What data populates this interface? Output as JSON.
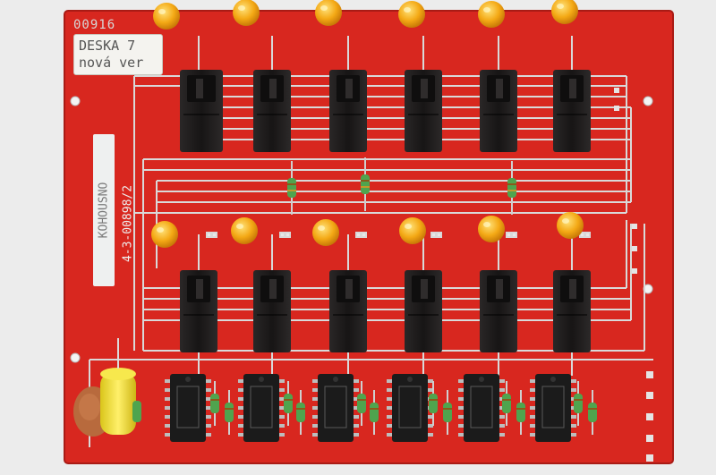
{
  "image": {
    "subject": "printed-circuit-board",
    "board_color": "#d8271f",
    "trace_color": "#d9d9d9",
    "switch_color": "#1c1a1a",
    "led_color": "#f4a915",
    "chip_color": "#1b1b1b"
  },
  "texts": {
    "serial": "00916",
    "label_line1": "DESKA 7",
    "label_line2": "nová ver",
    "vertical_code": "KOHOUSNO",
    "part_number": "4-3-00898/2"
  }
}
